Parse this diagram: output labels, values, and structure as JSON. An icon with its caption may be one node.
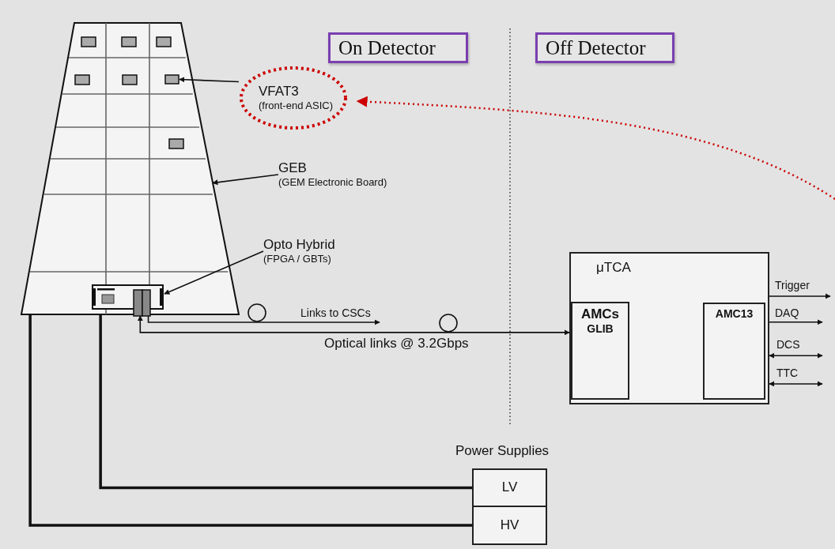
{
  "diagram": {
    "nodes": [
      {
        "text": [],
        "shape": "picture"
      },
      {
        "text": [],
        "shape": "box",
        "in": 0
      },
      {
        "text": [],
        "shape": "picture",
        "in": 0
      },
      {
        "text": [
          "VFAT3",
          "(front-end ASIC)"
        ]
      },
      {
        "text": [
          "GEB",
          "(GEM Electronic Board)"
        ]
      },
      {
        "text": [
          "Opto Hybrid",
          "(FPGA / GBTs)"
        ]
      },
      {
        "text": [
          "On Detector"
        ]
      },
      {
        "text": [
          "Off Detector"
        ]
      },
      {
        "text": [
          "μTCA"
        ]
      },
      {
        "text": [
          "AMCs",
          "GLIB"
        ],
        "in": 8
      },
      {
        "text": [
          "AMC13"
        ],
        "in": 8
      },
      {
        "text": [
          "LV"
        ]
      },
      {
        "text": [
          "HV"
        ]
      }
    ],
    "edges": [
      {
        "from": 3,
        "to": 1,
        "arrow": "to"
      },
      {
        "from": 4,
        "to": 0,
        "arrow": "to"
      },
      {
        "from": 5,
        "to": 2,
        "arrow": "to"
      },
      {
        "from": 2,
        "to": null,
        "arrow": "to",
        "label": "Links to CSCs"
      },
      {
        "from": 2,
        "to": 9,
        "arrow": "both",
        "label": "Optical links @ 3.2Gbps"
      },
      {
        "from": 8,
        "to": null,
        "arrow": "to",
        "label": "Trigger"
      },
      {
        "from": 8,
        "to": null,
        "arrow": "to",
        "label": "DAQ"
      },
      {
        "from": 8,
        "to": null,
        "arrow": "both",
        "label": "DCS"
      },
      {
        "from": 8,
        "to": null,
        "arrow": "both",
        "label": "TTC"
      },
      {
        "from": null,
        "to": 3,
        "arrow": "to",
        "style": "dashed",
        "color": "#cc0000"
      },
      {
        "from": 0,
        "to": 11,
        "arrow": "none",
        "style": "thick"
      },
      {
        "from": 0,
        "to": 12,
        "arrow": "none",
        "style": "thick"
      }
    ],
    "labels": [
      "Power Supplies"
    ]
  }
}
